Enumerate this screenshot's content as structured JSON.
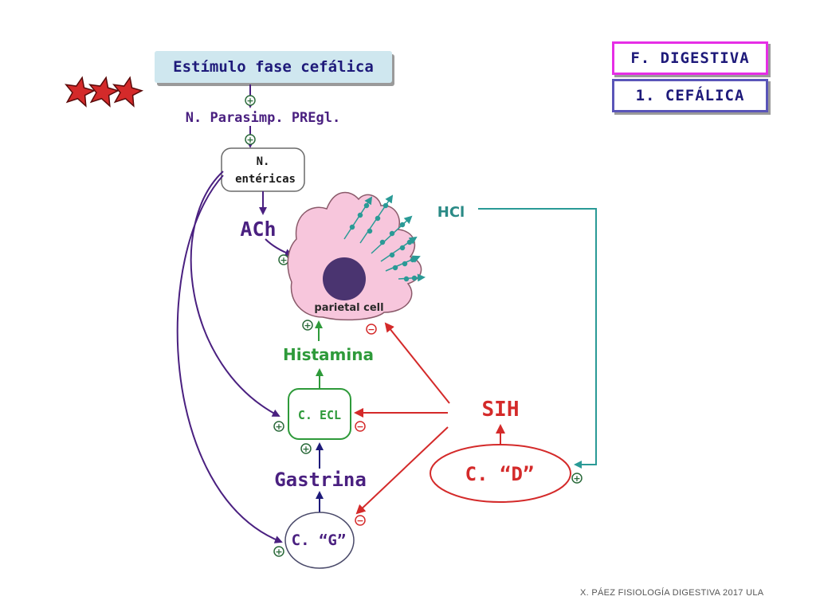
{
  "tags": {
    "top": "F. DIGESTIVA",
    "bottom": "1. CEFÁLICA"
  },
  "stimulus": "Estímulo fase cefálica",
  "labels": {
    "parasymp": "N. Parasimp. PREgl.",
    "enteric_line1": "N.",
    "enteric_line2": "entéricas",
    "ach": "ACh",
    "parietal": "parietal cell",
    "hcl": "HCl",
    "histamina": "Histamina",
    "ecl": "C. ECL",
    "gastrina": "Gastrina",
    "g_cell": "C. “G”",
    "sih": "SIH",
    "d_cell": "C. “D”"
  },
  "signs": {
    "plus": "+",
    "minus": "−"
  },
  "footer": "X. PÁEZ   FISIOLOGÍA DIGESTIVA 2017  ULA",
  "colors": {
    "purple": "#4a2080",
    "navy": "#1e1a7a",
    "teal": "#2a9a96",
    "green": "#2e9a3a",
    "red": "#d42a2a",
    "cell_pink": "#f7c6dc",
    "nucleus": "#4a3470",
    "star_red": "#d42a2a"
  }
}
